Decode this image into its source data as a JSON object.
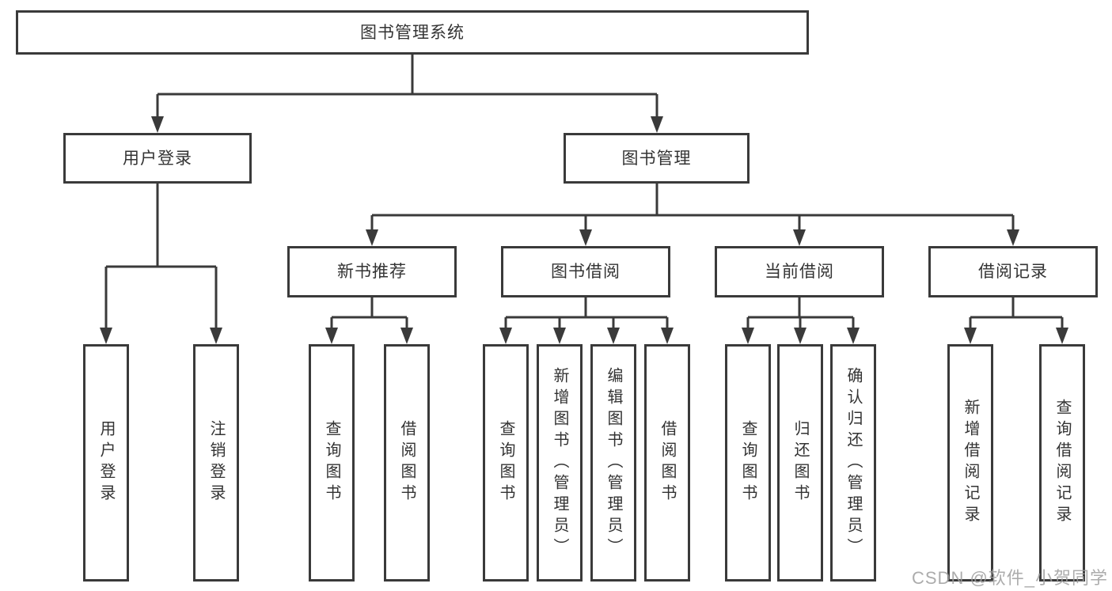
{
  "root": {
    "label": "图书管理系统"
  },
  "branches": [
    {
      "label": "用户登录",
      "leaves": [
        {
          "label": "用户登录"
        },
        {
          "label": "注销登录"
        }
      ]
    },
    {
      "label": "图书管理",
      "groups": [
        {
          "label": "新书推荐",
          "leaves": [
            {
              "label": "查询图书"
            },
            {
              "label": "借阅图书"
            }
          ]
        },
        {
          "label": "图书借阅",
          "leaves": [
            {
              "label": "查询图书"
            },
            {
              "label": "新增图书（管理员）"
            },
            {
              "label": "编辑图书（管理员）"
            },
            {
              "label": "借阅图书"
            }
          ]
        },
        {
          "label": "当前借阅",
          "leaves": [
            {
              "label": "查询图书"
            },
            {
              "label": "归还图书"
            },
            {
              "label": "确认归还（管理员）"
            }
          ]
        },
        {
          "label": "借阅记录",
          "leaves": [
            {
              "label": "新增借阅记录"
            },
            {
              "label": "查询借阅记录"
            }
          ]
        }
      ]
    }
  ],
  "watermark": {
    "text": "CSDN @软件_小贺同学"
  },
  "colors": {
    "line": "#3a3a3a",
    "text": "#333333",
    "background": "#ffffff",
    "watermark": "#9e9e9e"
  }
}
